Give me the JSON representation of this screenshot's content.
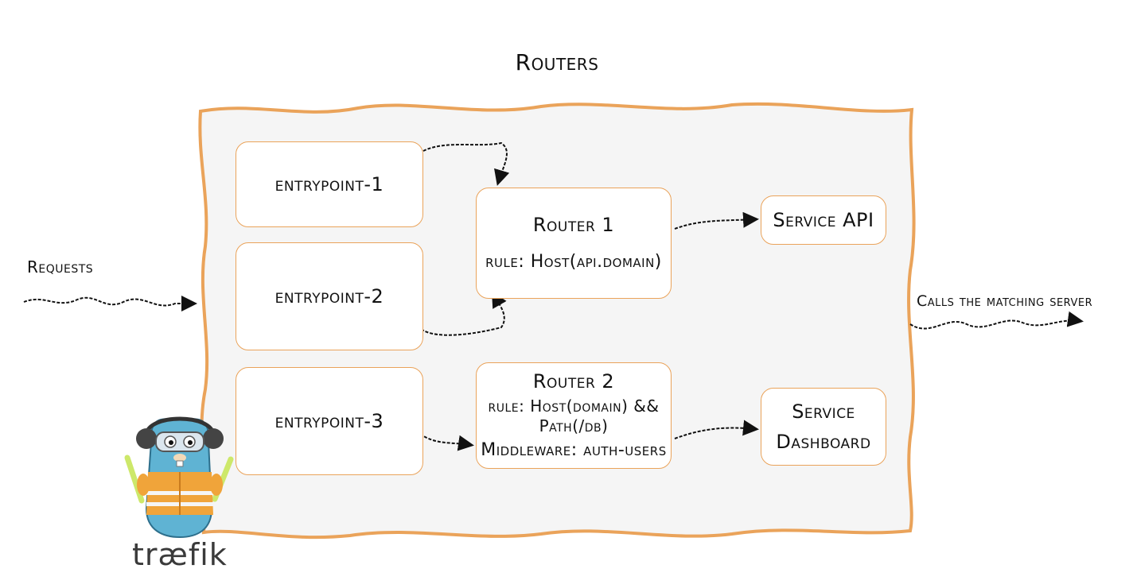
{
  "title": "Routers",
  "entrypoints": [
    {
      "label": "entrypoint-1"
    },
    {
      "label": "entrypoint-2"
    },
    {
      "label": "entrypoint-3"
    }
  ],
  "routers": [
    {
      "name": "Router 1",
      "rule": "rule: Host(api.domain)"
    },
    {
      "name": "Router 2",
      "rule": "rule: Host(domain) && Path(/db)",
      "middleware": "Middleware: auth-users"
    }
  ],
  "services": [
    {
      "label": "Service API"
    },
    {
      "line1": "Service",
      "line2": "Dashboard"
    }
  ],
  "requests_label": "Requests",
  "calls_label": "Calls the matching server",
  "logo": {
    "text": "træfik"
  },
  "colors": {
    "border": "#eaa35a",
    "panel": "#f5f5f5",
    "arrow": "#111111",
    "gopher_blue": "#5fb3d3",
    "vest": "#f0a43a"
  }
}
